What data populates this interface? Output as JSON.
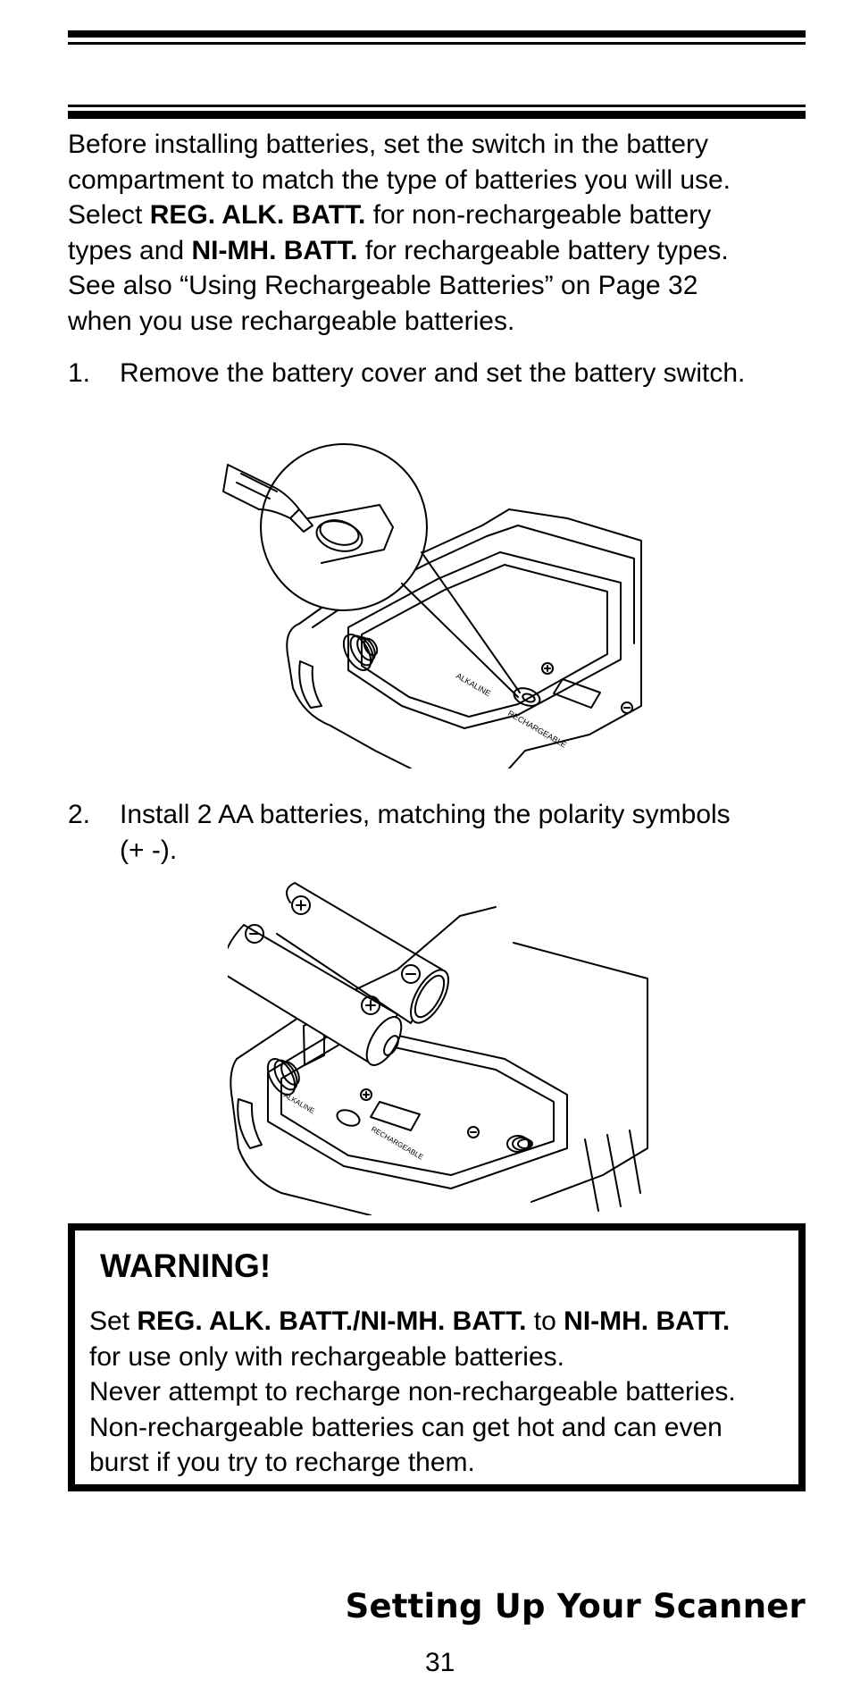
{
  "intro": {
    "line1": "Before installing batteries, set the switch in the battery",
    "line2": "compartment to match the type of batteries you will use.",
    "line3_pre": "Select ",
    "line3_bold": "REG. ALK. BATT.",
    "line3_post": " for non-rechargeable battery",
    "line4_pre": "types and ",
    "line4_bold": "NI-MH. BATT.",
    "line4_post": " for rechargeable battery types.",
    "line5": "See also “Using Rechargeable Batteries” on Page 32",
    "line6": "when you use rechargeable batteries."
  },
  "steps": [
    {
      "number": "1.",
      "text": "Remove the battery cover and set the battery switch."
    },
    {
      "number": "2.",
      "text_line1": "Install 2 AA batteries, matching the polarity symbols",
      "text_line2": "(+ -)."
    }
  ],
  "figure1": {
    "label_alkaline": "ALKALINE",
    "label_rechargeable": "RECHARGEABLE"
  },
  "figure2": {
    "label_alkaline": "ALKALINE",
    "label_rechargeable": "RECHARGEABLE"
  },
  "warning": {
    "title": "WARNING!",
    "line1_pre": "Set ",
    "line1_bold1": "REG. ALK. BATT./NI-MH. BATT.",
    "line1_mid": " to ",
    "line1_bold2": "NI-MH. BATT.",
    "line2": "for use only with rechargeable batteries.",
    "line3": "Never attempt to recharge non-rechargeable batteries.",
    "line4": "Non-rechargeable batteries can get hot and can even",
    "line5": "burst if you try to recharge them."
  },
  "footer": {
    "section_title": "Setting Up Your Scanner",
    "page_number": "31"
  }
}
